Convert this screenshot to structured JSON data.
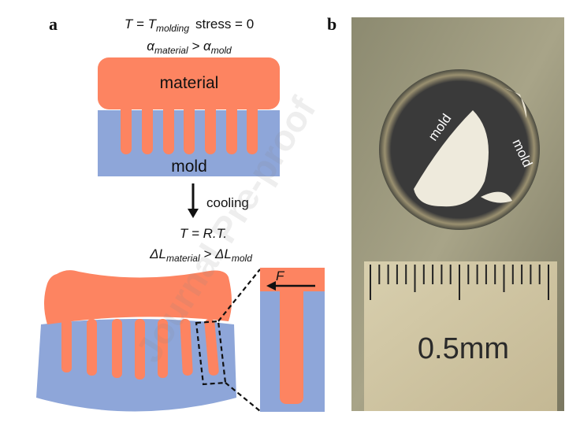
{
  "panel_a": {
    "label": "a",
    "top_condition_T": "T = T",
    "top_condition_T_sub": "molding",
    "top_condition_stress": "stress = 0",
    "alpha_left": "α",
    "alpha_left_sub": "material",
    "alpha_gt": " > ",
    "alpha_right": "α",
    "alpha_right_sub": "mold",
    "material_label": "material",
    "mold_label": "mold",
    "cooling_label": "cooling",
    "rt_condition": "T = R.T.",
    "dl_left": "ΔL",
    "dl_left_sub": "material",
    "dl_gt": " > ",
    "dl_right": "ΔL",
    "dl_right_sub": "mold",
    "force_label": "F"
  },
  "panel_b": {
    "label": "b",
    "mold_label_1": "mold",
    "mold_label_2": "mold",
    "scale_label": "0.5mm"
  },
  "colors": {
    "material": "#fd8461",
    "mold": "#8ea6d9"
  },
  "watermark": "Journal Pre-proof"
}
